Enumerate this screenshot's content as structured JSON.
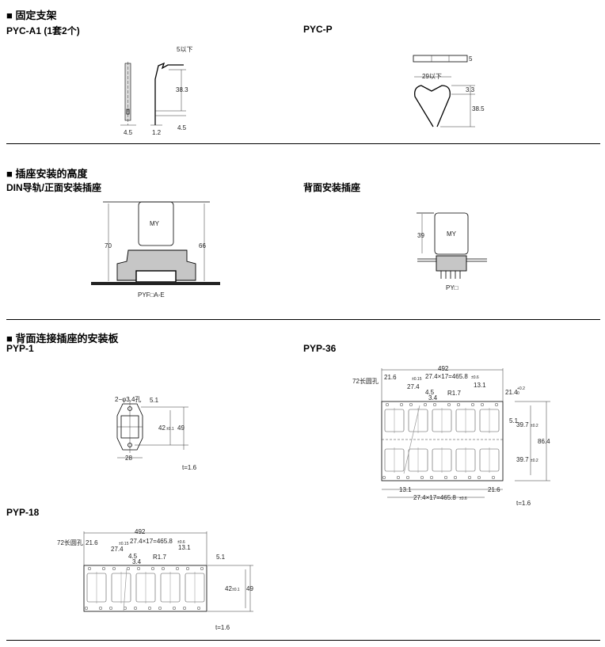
{
  "section_fixing_bracket": {
    "title": "■ 固定支架",
    "pyc_a1": {
      "title": "PYC-A1 (1套2个)",
      "dims": [
        "5以下",
        "38.3",
        "4.5",
        "4.5",
        "1.2"
      ]
    },
    "pyc_p": {
      "title": "PYC-P",
      "dims": [
        "5",
        "29以下",
        "3.3",
        "38.5"
      ]
    }
  },
  "section_socket_height": {
    "title": "■ 插座安装的高度",
    "din": {
      "title": "DIN导轨/正面安装插座",
      "relay": "MY",
      "dims": [
        "70",
        "66"
      ],
      "socket": "PYF□A-E"
    },
    "back": {
      "title": "背面安装插座",
      "relay": "MY",
      "dims": [
        "39"
      ],
      "socket": "PY□"
    }
  },
  "section_mounting_plate": {
    "title": "■ 背面连接插座的安装板",
    "pyp_1": {
      "title": "PYP-1",
      "holes": "2−φ3.4孔",
      "dims": [
        "5.1",
        "42",
        "±0.1",
        "49",
        "28"
      ],
      "thickness": "t=1.6"
    },
    "pyp_36": {
      "title": "PYP-36",
      "holes": "72长圆孔",
      "dims": [
        "492",
        "21.6",
        "±0.15",
        "27.4×17=465.8",
        "±0.6",
        "27.4",
        "13.1",
        "21.4",
        "+0.2",
        "0",
        "4.5",
        "3.4",
        "R1.7",
        "5.1",
        "39.7",
        "±0.2",
        "86.4",
        "39.7",
        "±0.2",
        "13.1",
        "21.6",
        "27.4×17=465.8",
        "±0.6"
      ],
      "thickness": "t=1.6"
    },
    "pyp_18": {
      "title": "PYP-18",
      "holes": "72长圆孔",
      "dims": [
        "492",
        "21.6",
        "±0.15",
        "27.4×17=465.8",
        "±0.6",
        "27.4",
        "13.1",
        "5.1",
        "4.5",
        "3.4",
        "R1.7",
        "42",
        "±0.1",
        "49"
      ],
      "thickness": "t=1.6"
    }
  }
}
